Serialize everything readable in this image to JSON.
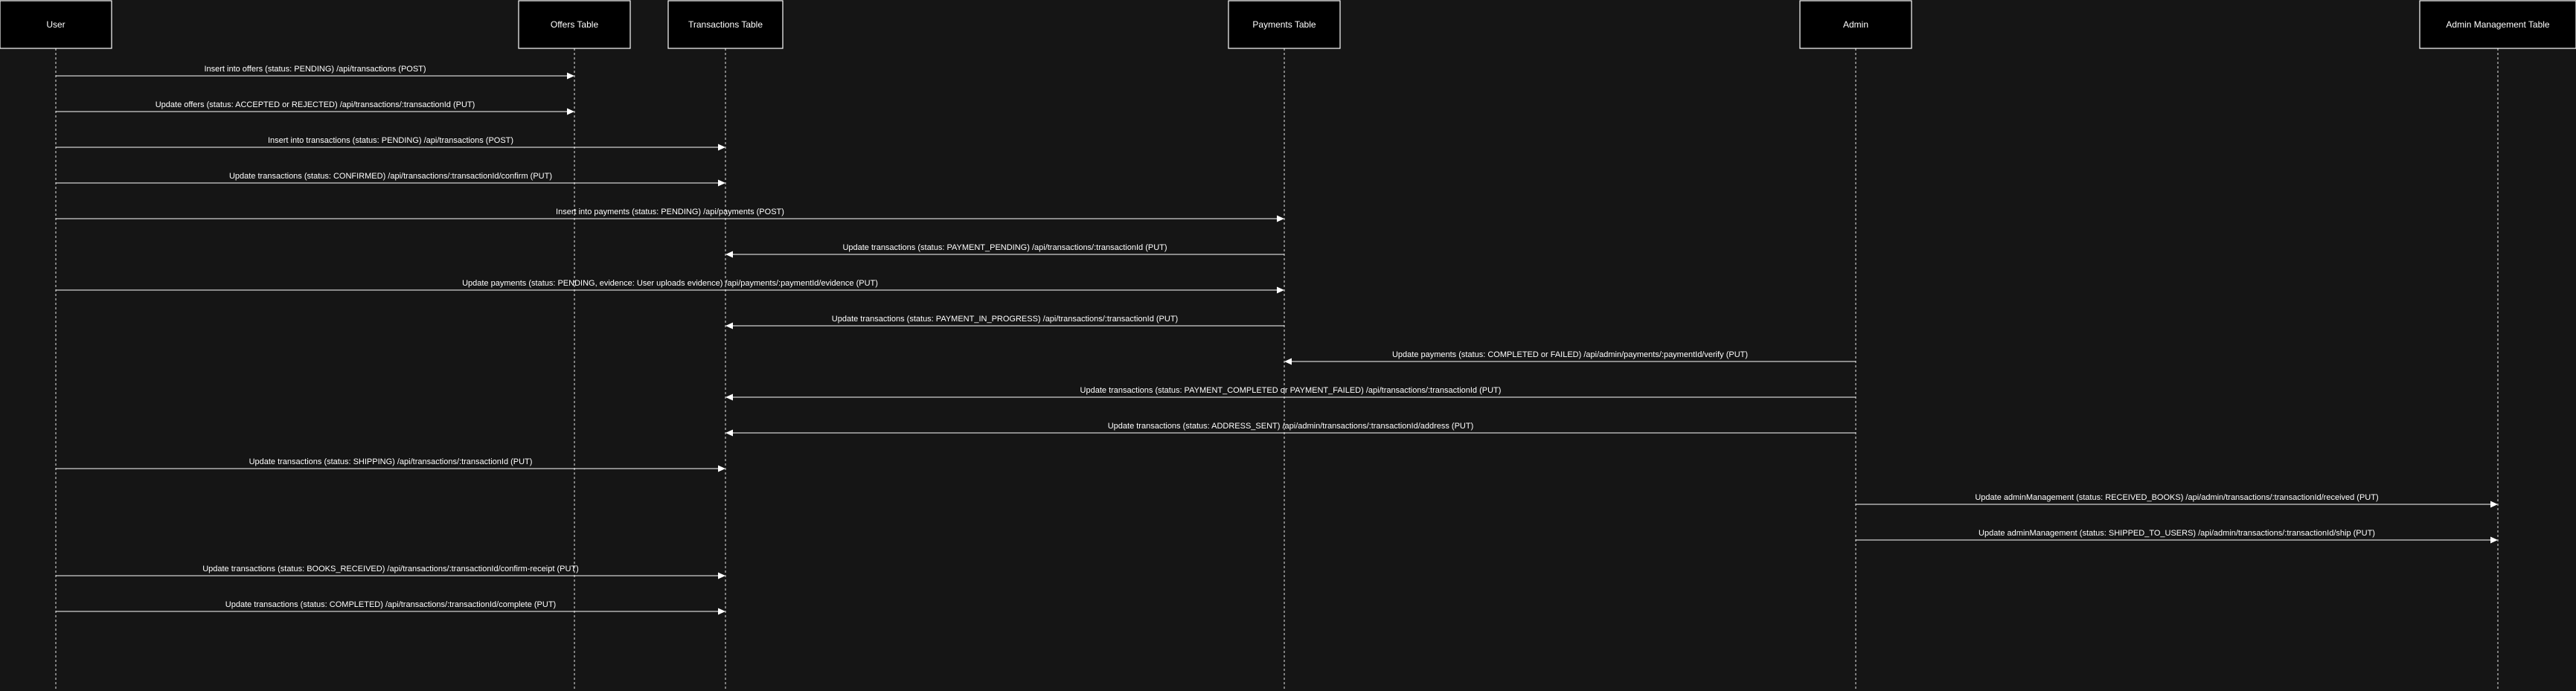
{
  "participants": [
    {
      "id": "user",
      "label": "User"
    },
    {
      "id": "offers",
      "label": "Offers Table"
    },
    {
      "id": "transactions",
      "label": "Transactions Table"
    },
    {
      "id": "payments",
      "label": "Payments Table"
    },
    {
      "id": "admin",
      "label": "Admin"
    },
    {
      "id": "admin_mgmt",
      "label": "Admin Management Table"
    }
  ],
  "messages": [
    {
      "from": "user",
      "to": "offers",
      "label": "Insert into offers (status: PENDING) /api/transactions (POST)"
    },
    {
      "from": "user",
      "to": "offers",
      "label": "Update offers (status: ACCEPTED or REJECTED) /api/transactions/:transactionId (PUT)"
    },
    {
      "from": "user",
      "to": "transactions",
      "label": "Insert into transactions (status: PENDING) /api/transactions (POST)"
    },
    {
      "from": "user",
      "to": "transactions",
      "label": "Update transactions (status: CONFIRMED) /api/transactions/:transactionId/confirm (PUT)"
    },
    {
      "from": "user",
      "to": "payments",
      "label": "Insert into payments (status: PENDING) /api/payments (POST)"
    },
    {
      "from": "payments",
      "to": "transactions",
      "label": "Update transactions (status: PAYMENT_PENDING) /api/transactions/:transactionId (PUT)"
    },
    {
      "from": "user",
      "to": "payments",
      "label": "Update payments (status: PENDING, evidence: User uploads evidence) /api/payments/:paymentId/evidence (PUT)"
    },
    {
      "from": "payments",
      "to": "transactions",
      "label": "Update transactions (status: PAYMENT_IN_PROGRESS) /api/transactions/:transactionId (PUT)"
    },
    {
      "from": "admin",
      "to": "payments",
      "label": "Update payments (status: COMPLETED or FAILED) /api/admin/payments/:paymentId/verify (PUT)"
    },
    {
      "from": "admin",
      "to": "transactions",
      "label": "Update transactions (status: PAYMENT_COMPLETED or PAYMENT_FAILED) /api/transactions/:transactionId (PUT)"
    },
    {
      "from": "admin",
      "to": "transactions",
      "label": "Update transactions (status: ADDRESS_SENT) /api/admin/transactions/:transactionId/address (PUT)"
    },
    {
      "from": "user",
      "to": "transactions",
      "label": "Update transactions (status: SHIPPING) /api/transactions/:transactionId (PUT)"
    },
    {
      "from": "admin",
      "to": "admin_mgmt",
      "label": "Update adminManagement (status: RECEIVED_BOOKS) /api/admin/transactions/:transactionId/received (PUT)"
    },
    {
      "from": "admin",
      "to": "admin_mgmt",
      "label": "Update adminManagement (status: SHIPPED_TO_USERS) /api/admin/transactions/:transactionId/ship (PUT)"
    },
    {
      "from": "user",
      "to": "transactions",
      "label": "Update transactions (status: BOOKS_RECEIVED) /api/transactions/:transactionId/confirm-receipt (PUT)"
    },
    {
      "from": "user",
      "to": "transactions",
      "label": "Update transactions (status: COMPLETED) /api/transactions/:transactionId/complete (PUT)"
    }
  ],
  "colors": {
    "background": "#151515",
    "box_fill": "#000000",
    "stroke": "#ffffff",
    "text": "#ffffff"
  }
}
